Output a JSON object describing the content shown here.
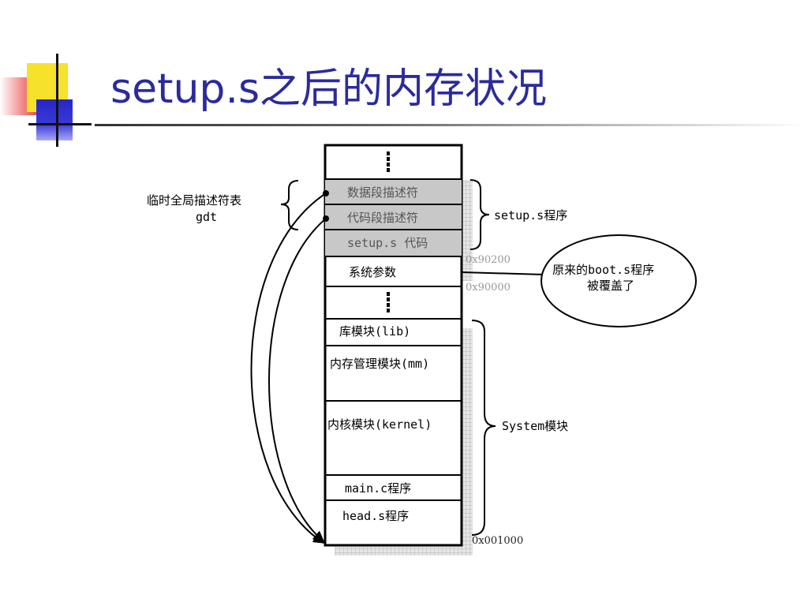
{
  "title": "setup.s之后的内存状况",
  "colors": {
    "title": "#2b2b9c",
    "gdt_block": "#c8c8c8",
    "hatch": "#bdbdbd"
  },
  "memory_blocks": {
    "gdt_data": "数据段描述符",
    "gdt_code": "代码段描述符",
    "setup_code": "setup.s 代码",
    "sys_params": "系统参数",
    "lib": "库模块(lib)",
    "mm": "内存管理模块(mm)",
    "kernel": "内核模块(kernel)",
    "main": "main.c程序",
    "head": "head.s程序"
  },
  "addresses": {
    "a90200": "0x90200",
    "a90000": "0x90000",
    "a1000": "0x001000"
  },
  "labels": {
    "gdt_line1": "临时全局描述符表",
    "gdt_line2": "gdt",
    "setup_program": "setup.s程序",
    "callout_line1": "原来的boot.s程序",
    "callout_line2": "被覆盖了",
    "system_module": "System模块"
  },
  "icons": [
    "ellipsis-vertical-icon",
    "brace-icon",
    "arrow-icon"
  ]
}
